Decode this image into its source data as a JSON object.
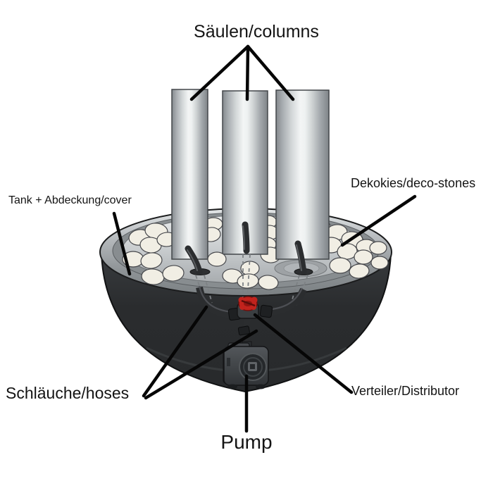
{
  "diagram": {
    "background": "#ffffff",
    "labels": {
      "columns": "Säulen/columns",
      "tank_cover": "Tank + Abdeckung/cover",
      "deco_stones": "Dekokies/deco-stones",
      "hoses": "Schläuche/hoses",
      "distributor": "Verteiler/Distributor",
      "pump": "Pump"
    },
    "colors": {
      "label_text": "#141414",
      "leader_line": "#060606",
      "tank_body": "#2b2d2f",
      "cover_plate": "#c6cacc",
      "column_metal": "#c0c5c8",
      "deco_stone": "#f1eee4",
      "valve_red": "#c2231d",
      "hose_black": "#2b2d2f",
      "pump_body": "#3e4246"
    }
  }
}
